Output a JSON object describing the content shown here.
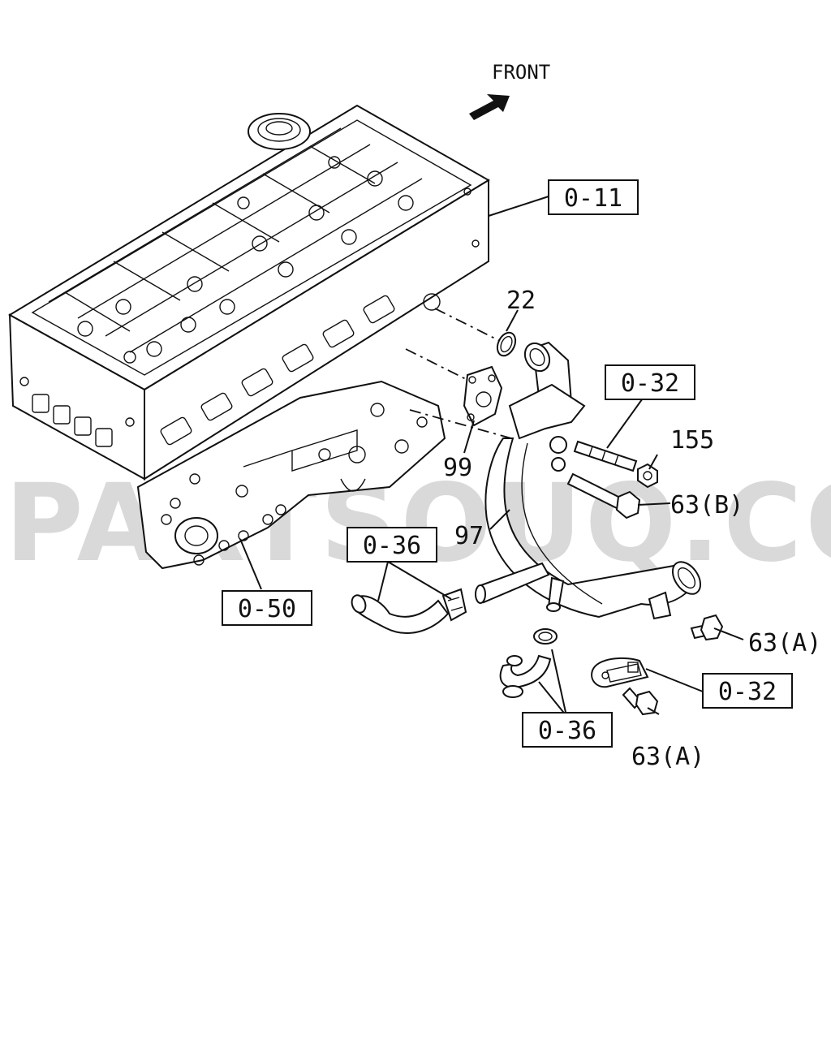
{
  "watermark": "PARTSOUQ.COM",
  "direction": {
    "label": "FRONT"
  },
  "ref_boxes": {
    "r011": "0-11",
    "r032a": "0-32",
    "r036a": "0-36",
    "r050": "0-50",
    "r036b": "0-36",
    "r032b": "0-32"
  },
  "part_labels": {
    "p22": "22",
    "p155": "155",
    "p63b": "63(B)",
    "p99": "99",
    "p97": "97",
    "p63a1": "63(A)",
    "p63a2": "63(A)"
  }
}
